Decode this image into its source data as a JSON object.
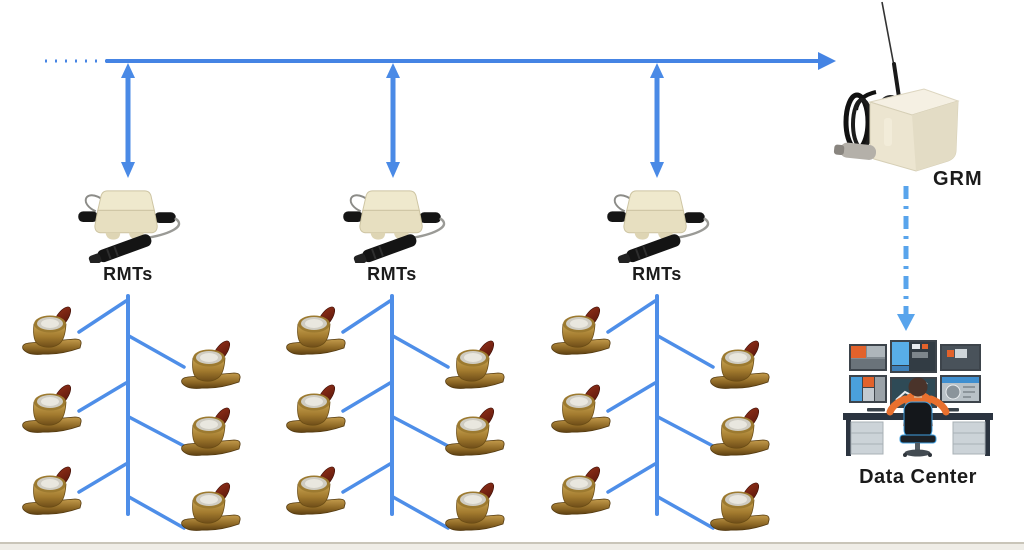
{
  "labels": {
    "rmt_groups": [
      "RMTs",
      "RMTs",
      "RMTs"
    ],
    "grm": "GRM",
    "data_center": "Data Center"
  },
  "structure": {
    "rmt_group_count": 3,
    "meters_per_group": 6,
    "total_meters": 18
  },
  "icons": {
    "rmt": "rmt-device-icon",
    "grm": "grm-gateway-icon",
    "meter": "water-meter-icon",
    "data_center": "data-center-workstation-icon"
  },
  "colors": {
    "bus_blue": "#4584e4",
    "tree_blue": "#4e8ee8",
    "dash_link_blue": "#58a4ec",
    "device_cream": "#ece5d0",
    "meter_brass": "#b38b42",
    "meter_lever_red": "#7a2316",
    "accent_orange": "#e8702e",
    "label_black": "#1b1b1b"
  }
}
